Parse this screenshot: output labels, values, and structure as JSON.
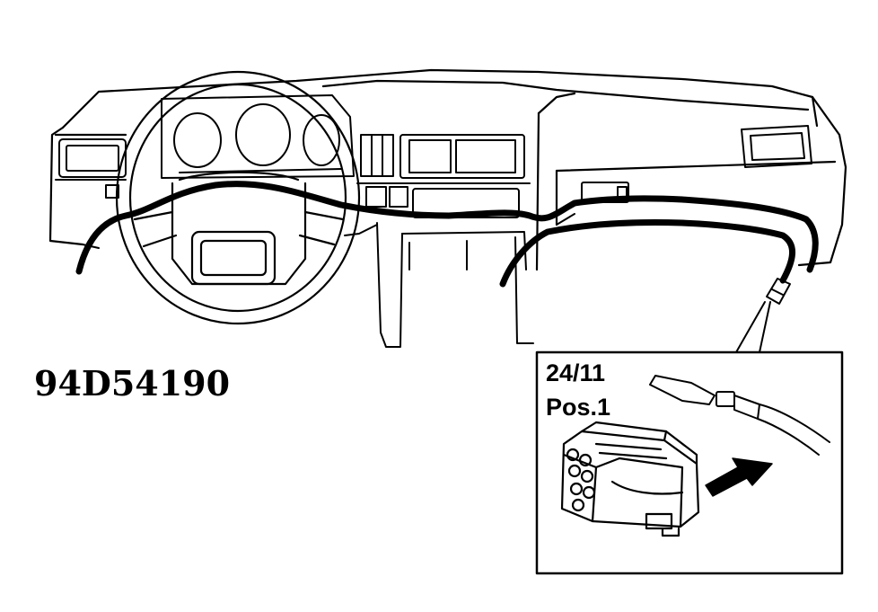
{
  "figure_code": "94D54190",
  "callout": {
    "connector_ref": "24/11",
    "position_label": "Pos.1"
  },
  "ink_color": "#000000",
  "background_color": "#ffffff"
}
